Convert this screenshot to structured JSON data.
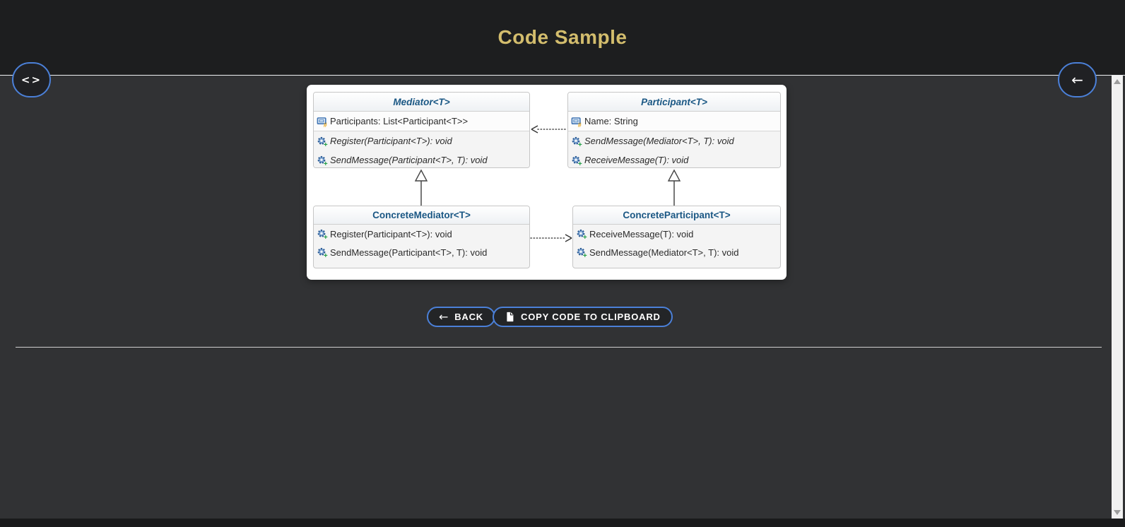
{
  "header": {
    "title": "Code Sample"
  },
  "icons": {
    "code_toggle": "<>",
    "back_arrow": "←",
    "copy_document": "document-icon",
    "field_badge": "#",
    "method_badge": "+"
  },
  "colors": {
    "accent_blue": "#4b80d8",
    "title_gold": "#d3bd6d",
    "class_name_blue": "#1a5784",
    "header_bg": "#1d1e1f",
    "page_bg": "#313234",
    "panel_bg": "#ffffff"
  },
  "diagram": {
    "classes": [
      {
        "name": "Mediator<T>",
        "abstract": true,
        "attributes": [
          "Participants: List<Participant<T>>"
        ],
        "operations": [
          "Register(Participant<T>): void",
          "SendMessage(Participant<T>, T): void"
        ]
      },
      {
        "name": "Participant<T>",
        "abstract": true,
        "attributes": [
          "Name: String"
        ],
        "operations": [
          "SendMessage(Mediator<T>, T): void",
          "ReceiveMessage(T): void"
        ]
      },
      {
        "name": "ConcreteMediator<T>",
        "abstract": false,
        "attributes": [],
        "operations": [
          "Register(Participant<T>): void",
          "SendMessage(Participant<T>, T): void"
        ]
      },
      {
        "name": "ConcreteParticipant<T>",
        "abstract": false,
        "attributes": [],
        "operations": [
          "ReceiveMessage(T): void",
          "SendMessage(Mediator<T>, T): void"
        ]
      }
    ],
    "relationships": [
      {
        "from": "Participant<T>",
        "to": "Mediator<T>",
        "type": "dotted-association"
      },
      {
        "from": "ConcreteMediator<T>",
        "to": "Mediator<T>",
        "type": "inheritance"
      },
      {
        "from": "ConcreteParticipant<T>",
        "to": "Participant<T>",
        "type": "inheritance"
      },
      {
        "from": "ConcreteMediator<T>",
        "to": "ConcreteParticipant<T>",
        "type": "dotted-association"
      }
    ]
  },
  "actions": {
    "back_label": "BACK",
    "copy_label": "COPY CODE TO CLIPBOARD"
  }
}
